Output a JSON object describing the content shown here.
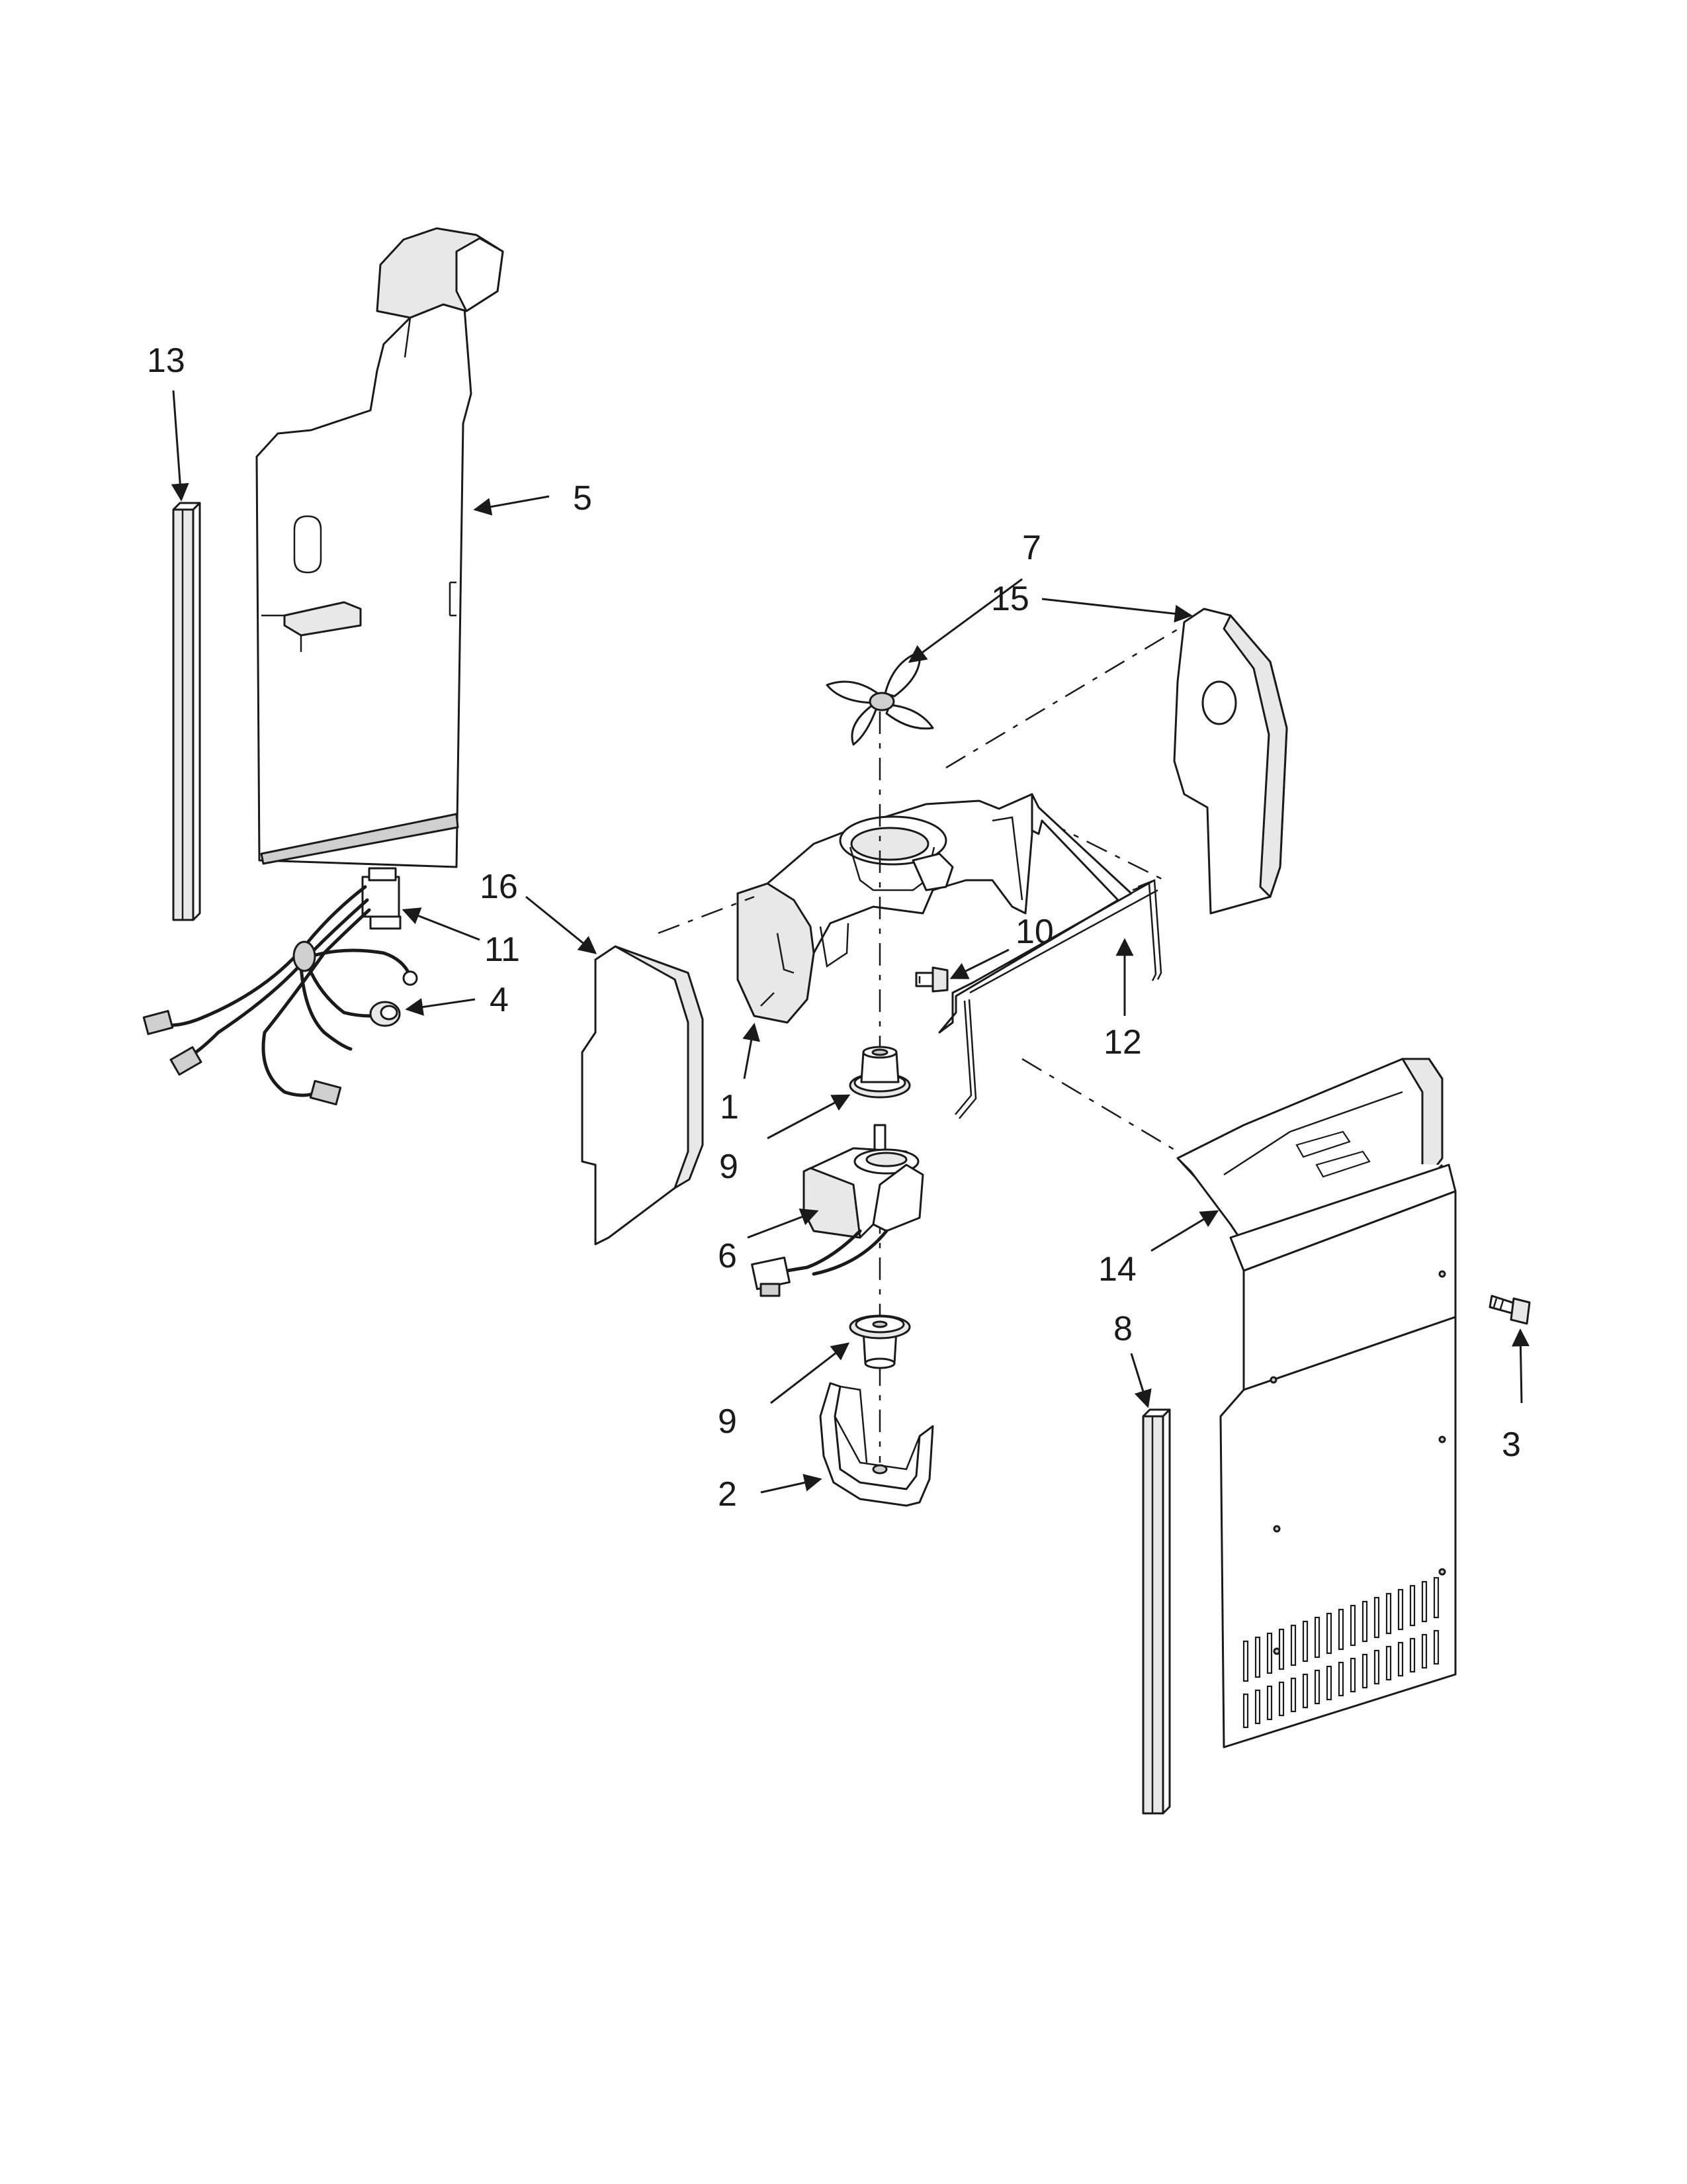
{
  "diagram": {
    "callouts": [
      {
        "id": "c13",
        "label": "13"
      },
      {
        "id": "c5",
        "label": "5"
      },
      {
        "id": "c7",
        "label": "7"
      },
      {
        "id": "c15",
        "label": "15"
      },
      {
        "id": "c16",
        "label": "16"
      },
      {
        "id": "c11",
        "label": "11"
      },
      {
        "id": "c4",
        "label": "4"
      },
      {
        "id": "c10",
        "label": "10"
      },
      {
        "id": "c12",
        "label": "12"
      },
      {
        "id": "c1",
        "label": "1"
      },
      {
        "id": "c9a",
        "label": "9"
      },
      {
        "id": "c6",
        "label": "6"
      },
      {
        "id": "c14",
        "label": "14"
      },
      {
        "id": "c8",
        "label": "8"
      },
      {
        "id": "c3",
        "label": "3"
      },
      {
        "id": "c9b",
        "label": "9"
      },
      {
        "id": "c2",
        "label": "2"
      }
    ]
  },
  "colors": {
    "line": "#1a1a1a",
    "background": "#ffffff"
  }
}
